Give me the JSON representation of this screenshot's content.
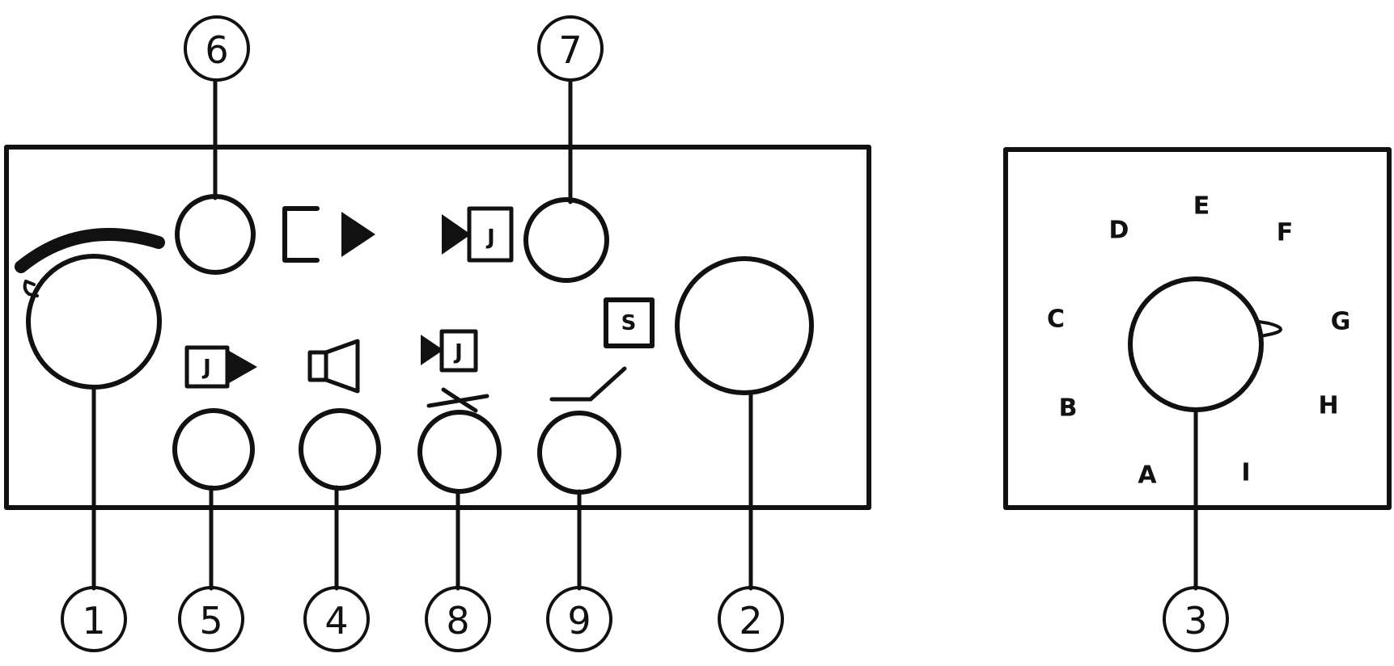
{
  "callouts": {
    "c1": "1",
    "c2": "2",
    "c3": "3",
    "c4": "4",
    "c5": "5",
    "c6": "6",
    "c7": "7",
    "c8": "8",
    "c9": "9"
  },
  "dial_letters": {
    "a": "A",
    "b": "B",
    "c": "C",
    "d": "D",
    "e": "E",
    "f": "F",
    "g": "G",
    "h": "H",
    "i": "I"
  },
  "symbols": {
    "j_left": "J",
    "j_right_top": "J",
    "j_mid": "J",
    "s_box": "S"
  },
  "colors": {
    "ink": "#111111",
    "background": "#ffffff"
  }
}
